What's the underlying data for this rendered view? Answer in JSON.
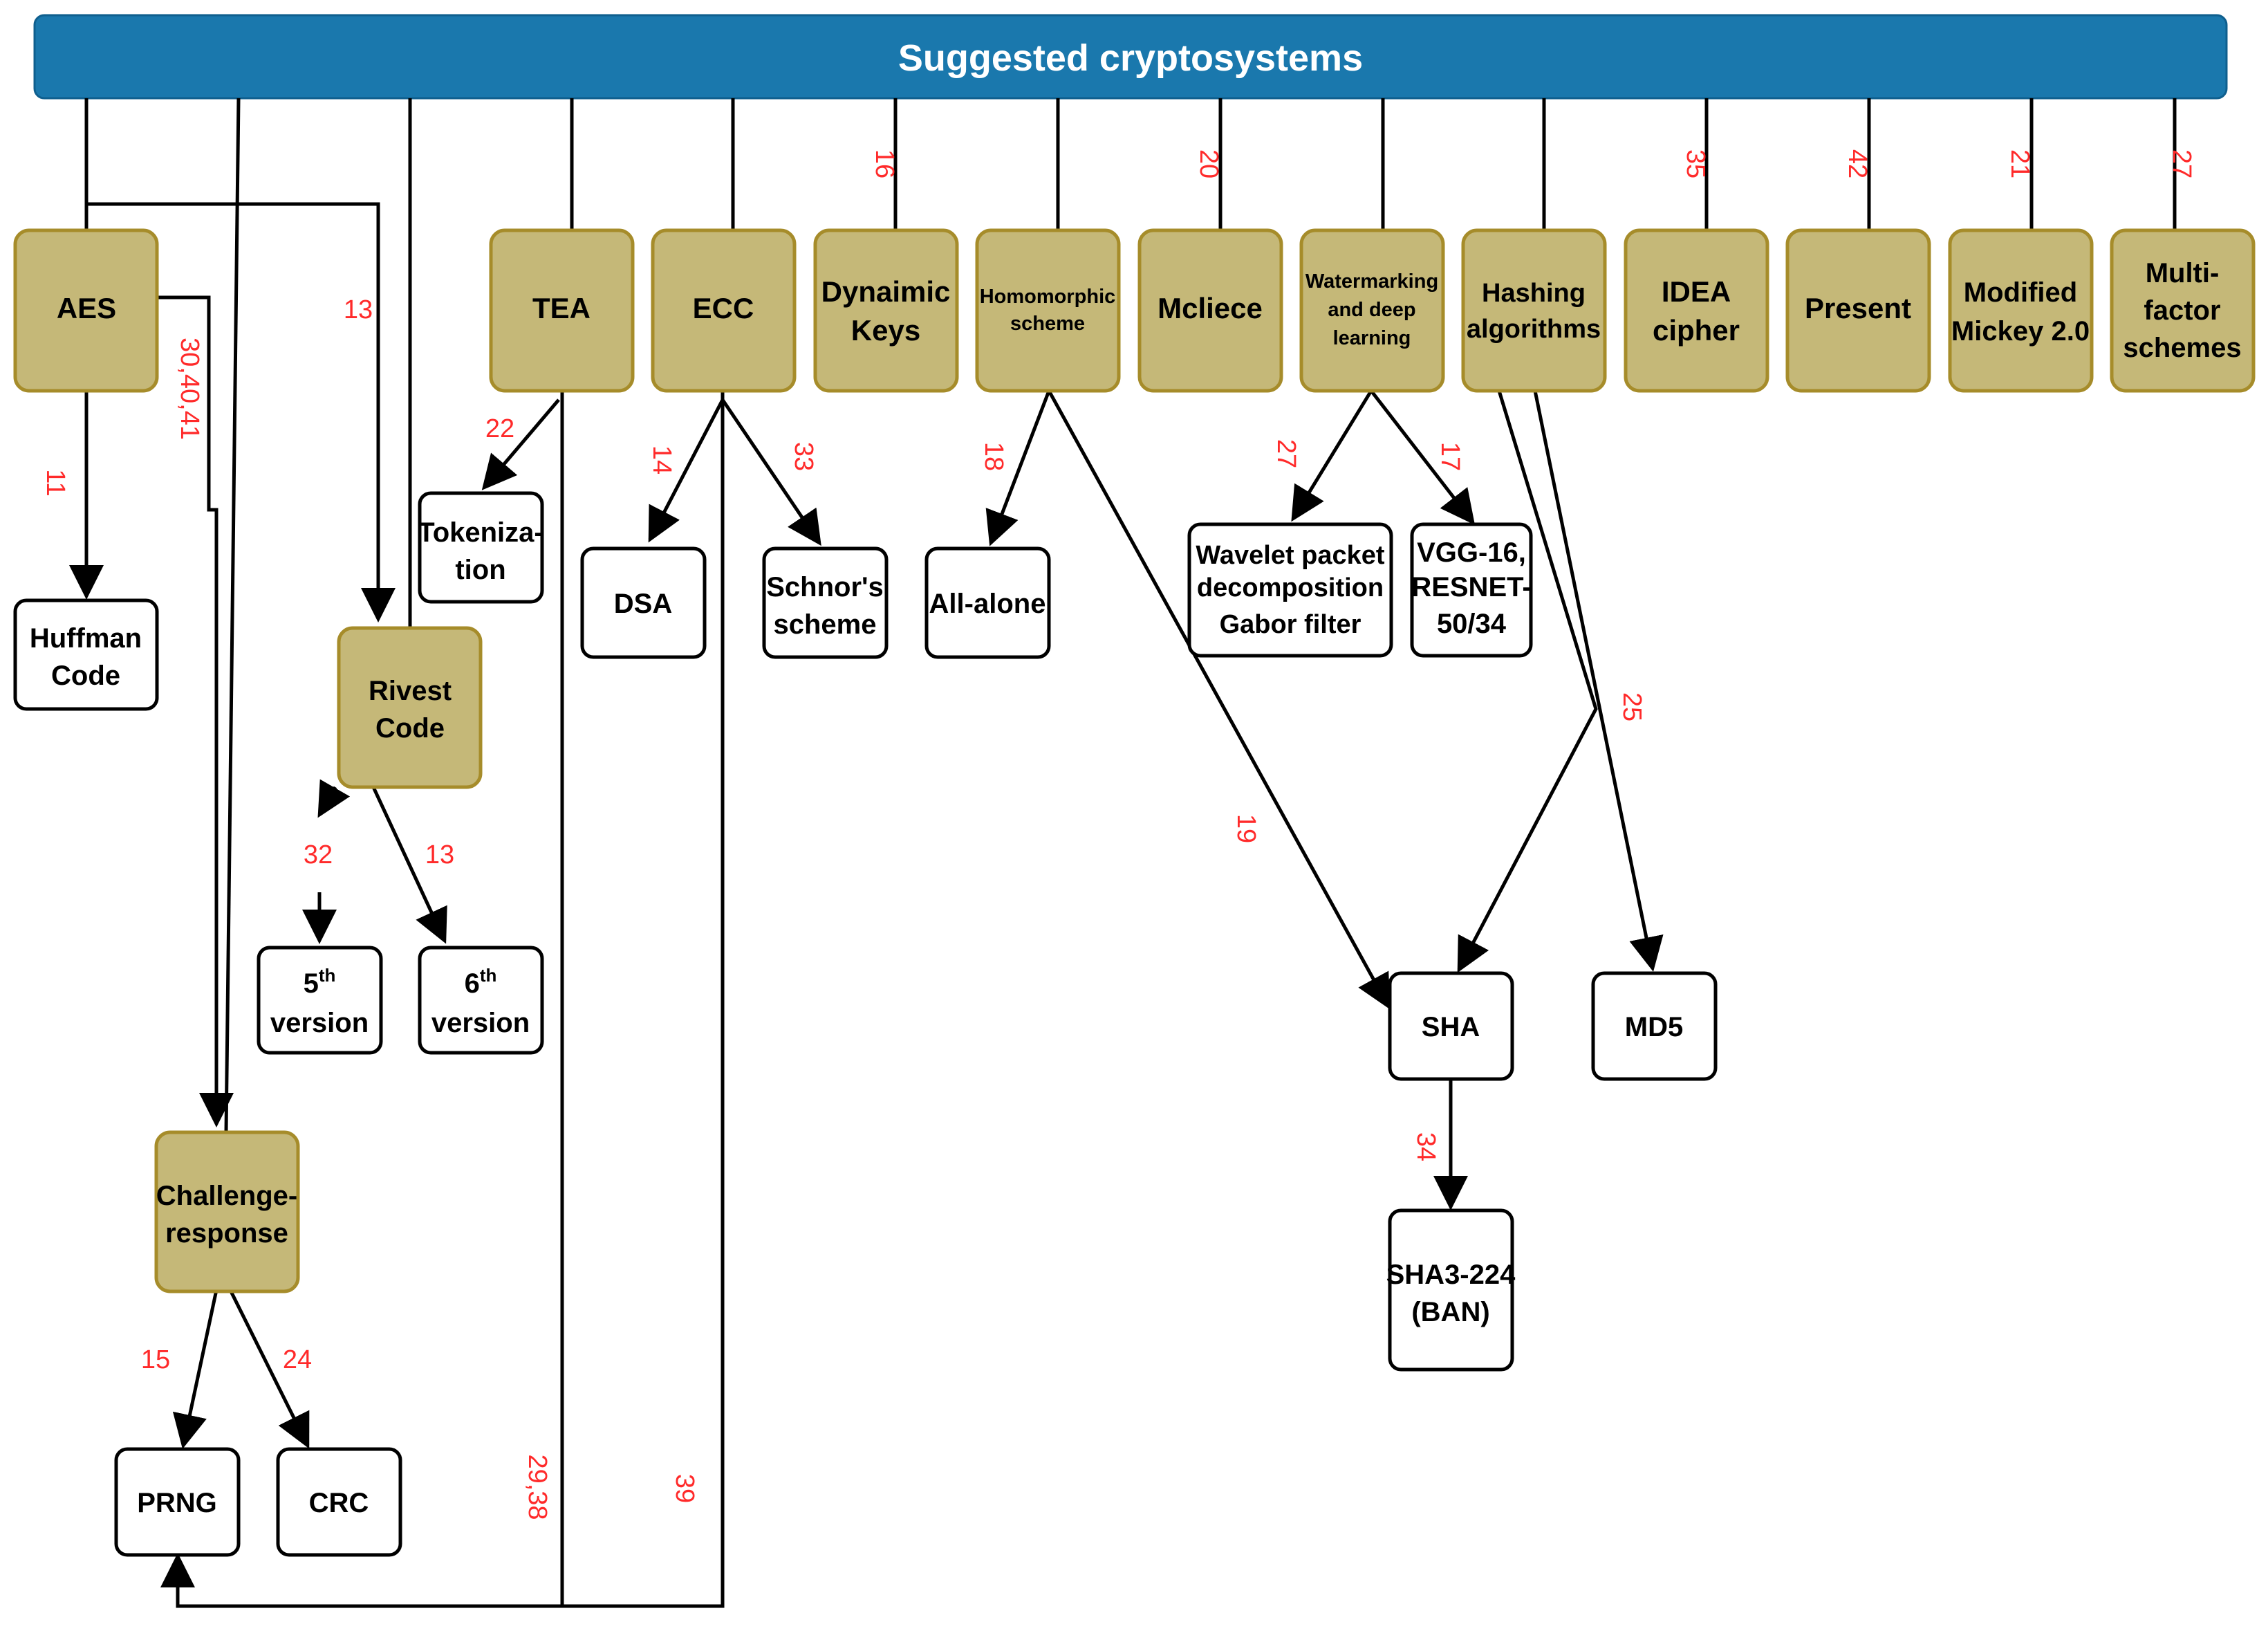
{
  "title": "Suggested cryptosystems",
  "colors": {
    "title_bar": "#1a78ad",
    "primary_fill": "#c5b878",
    "primary_border": "#a68c2a",
    "secondary_fill": "#ffffff",
    "secondary_border": "#000000",
    "edge": "#000000",
    "edge_label": "#ff2a2a"
  },
  "primary_nodes": [
    {
      "id": "aes",
      "lines": [
        "AES"
      ]
    },
    {
      "id": "rivest",
      "lines": [
        "Rivest",
        "Code"
      ]
    },
    {
      "id": "challenge",
      "lines": [
        "Challenge-",
        "response"
      ]
    },
    {
      "id": "tea",
      "lines": [
        "TEA"
      ]
    },
    {
      "id": "ecc",
      "lines": [
        "ECC"
      ]
    },
    {
      "id": "dynamic-keys",
      "lines": [
        "Dynaimic",
        "Keys"
      ]
    },
    {
      "id": "homomorphic",
      "lines": [
        "Homomorphic",
        "scheme"
      ]
    },
    {
      "id": "mcliece",
      "lines": [
        "Mcliece"
      ]
    },
    {
      "id": "watermarking",
      "lines": [
        "Watermarking",
        "and deep",
        "learning"
      ]
    },
    {
      "id": "hashing",
      "lines": [
        "Hashing",
        "algorithms"
      ]
    },
    {
      "id": "idea",
      "lines": [
        "IDEA",
        "cipher"
      ]
    },
    {
      "id": "present",
      "lines": [
        "Present"
      ]
    },
    {
      "id": "mickey",
      "lines": [
        "Modified",
        "Mickey 2.0"
      ]
    },
    {
      "id": "multifactor",
      "lines": [
        "Multi-",
        "factor",
        "schemes"
      ]
    }
  ],
  "secondary_nodes": [
    {
      "id": "huffman",
      "lines": [
        "Huffman",
        "Code"
      ]
    },
    {
      "id": "tokenization",
      "lines": [
        "Tokeniza-",
        "tion"
      ]
    },
    {
      "id": "dsa",
      "lines": [
        "DSA"
      ]
    },
    {
      "id": "schnor",
      "lines": [
        "Schnor's",
        "scheme"
      ]
    },
    {
      "id": "all-alone",
      "lines": [
        "All-alone"
      ]
    },
    {
      "id": "wavelet",
      "lines": [
        "Wavelet packet",
        "decomposition",
        "Gabor filter"
      ]
    },
    {
      "id": "vgg",
      "lines": [
        "VGG-16,",
        "RESNET-",
        "50/34"
      ]
    },
    {
      "id": "v5",
      "base": "5",
      "sup": "th",
      "line2": "version"
    },
    {
      "id": "v6",
      "base": "6",
      "sup": "th",
      "line2": "version"
    },
    {
      "id": "sha",
      "lines": [
        "SHA"
      ]
    },
    {
      "id": "md5",
      "lines": [
        "MD5"
      ]
    },
    {
      "id": "sha3",
      "lines": [
        "SHA3-224",
        "(BAN)"
      ]
    },
    {
      "id": "prng",
      "lines": [
        "PRNG"
      ]
    },
    {
      "id": "crc",
      "lines": [
        "CRC"
      ]
    }
  ],
  "edge_labels": [
    {
      "id": "dynamic-keys",
      "text": "16"
    },
    {
      "id": "mcliece",
      "text": "20"
    },
    {
      "id": "idea",
      "text": "35"
    },
    {
      "id": "present",
      "text": "42"
    },
    {
      "id": "mickey",
      "text": "21"
    },
    {
      "id": "multifactor",
      "text": "27"
    },
    {
      "id": "aes-rivest",
      "text": "13"
    },
    {
      "id": "aes-challenge",
      "text": "30,40,41"
    },
    {
      "id": "aes-huffman",
      "text": "11"
    },
    {
      "id": "tea-tokenization",
      "text": "22"
    },
    {
      "id": "ecc-dsa",
      "text": "14"
    },
    {
      "id": "ecc-schnor",
      "text": "33"
    },
    {
      "id": "homomorphic-allalone",
      "text": "18"
    },
    {
      "id": "watermarking-wavelet",
      "text": "27"
    },
    {
      "id": "watermarking-vgg",
      "text": "17"
    },
    {
      "id": "hashing-md5",
      "text": "25"
    },
    {
      "id": "homomorphic-sha",
      "text": "19"
    },
    {
      "id": "rivest-v5",
      "text": "32"
    },
    {
      "id": "rivest-v6",
      "text": "13"
    },
    {
      "id": "sha-sha3",
      "text": "34"
    },
    {
      "id": "challenge-prng",
      "text": "15"
    },
    {
      "id": "challenge-crc",
      "text": "24"
    },
    {
      "id": "tea-prng",
      "text": "29,38"
    },
    {
      "id": "ecc-prng",
      "text": "39"
    }
  ]
}
